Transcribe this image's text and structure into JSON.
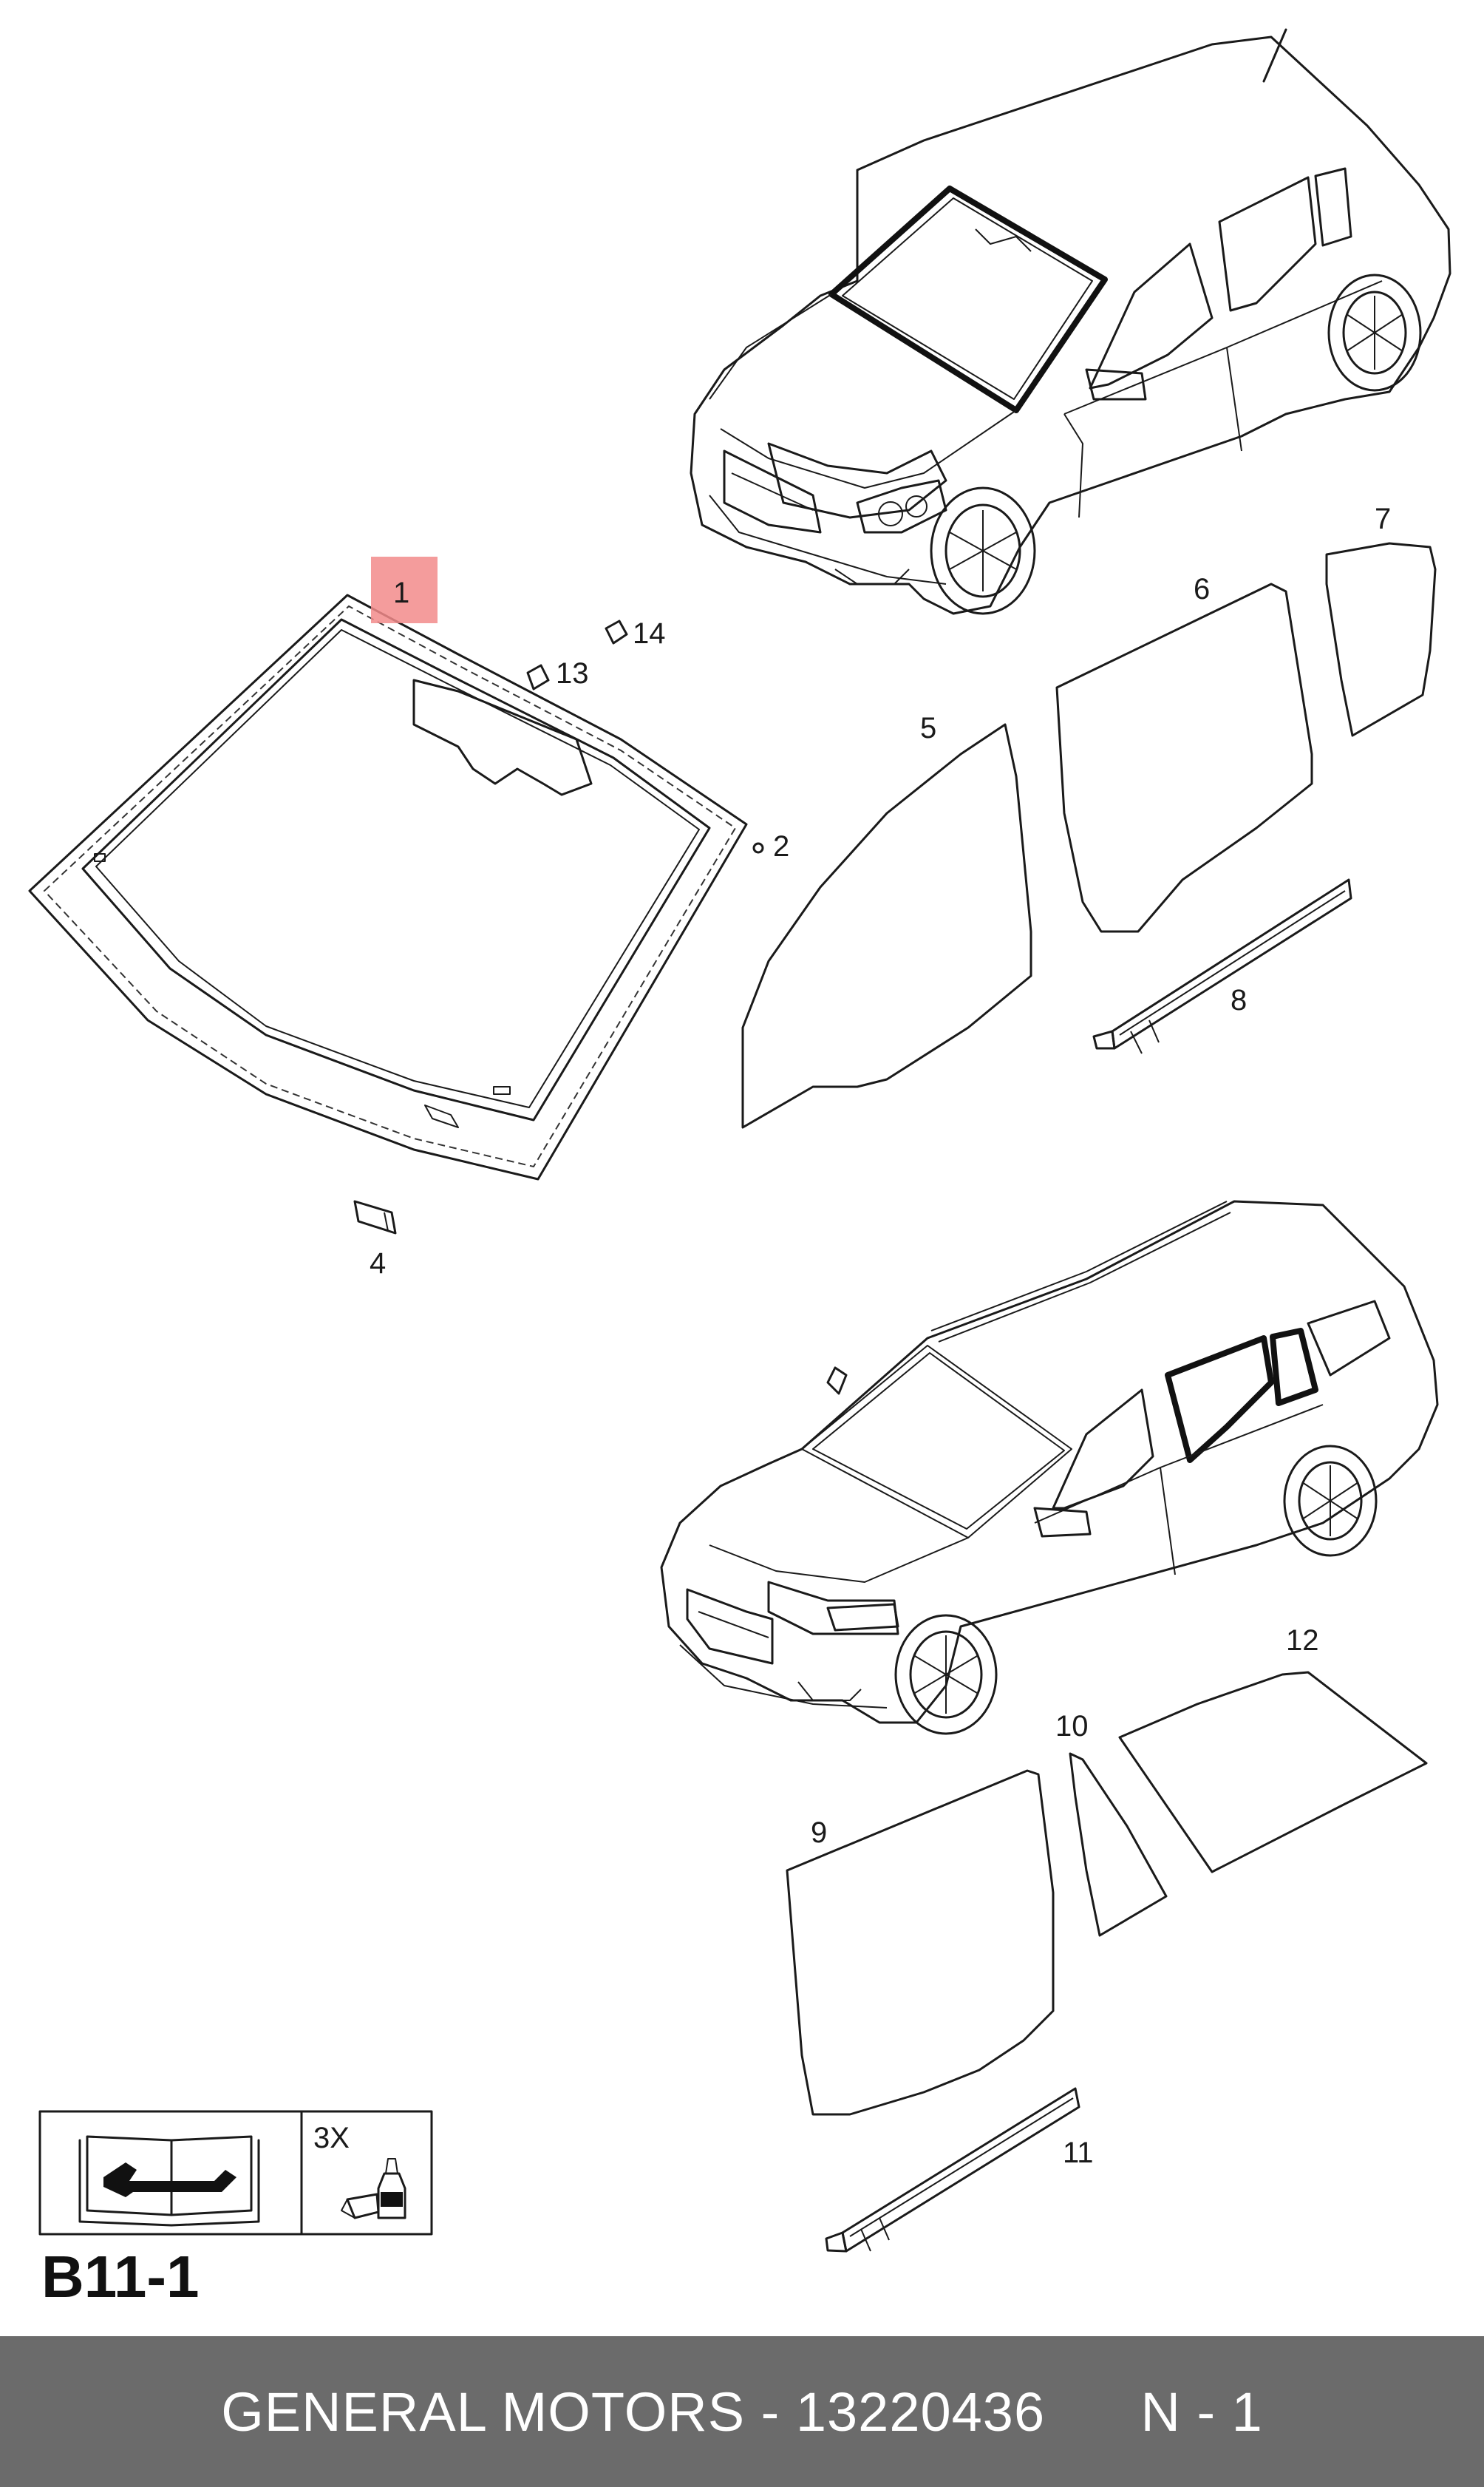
{
  "diagram": {
    "page_code": "B11-1",
    "highlighted_part": "1",
    "callouts": {
      "p1": "1",
      "p2": "2",
      "p4": "4",
      "p5": "5",
      "p6": "6",
      "p7": "7",
      "p8": "8",
      "p9": "9",
      "p10": "10",
      "p11": "11",
      "p12": "12",
      "p13": "13",
      "p14": "14"
    },
    "info_box": {
      "quantity": "3X",
      "left_icon": "repair-manual-wrench-icon",
      "right_icon": "adhesive-bottle-icon"
    },
    "highlight_color": "#f28b8b"
  },
  "footer": {
    "text": "GENERAL MOTORS - 13220436      N - 1",
    "background": "#6b6b6b"
  }
}
